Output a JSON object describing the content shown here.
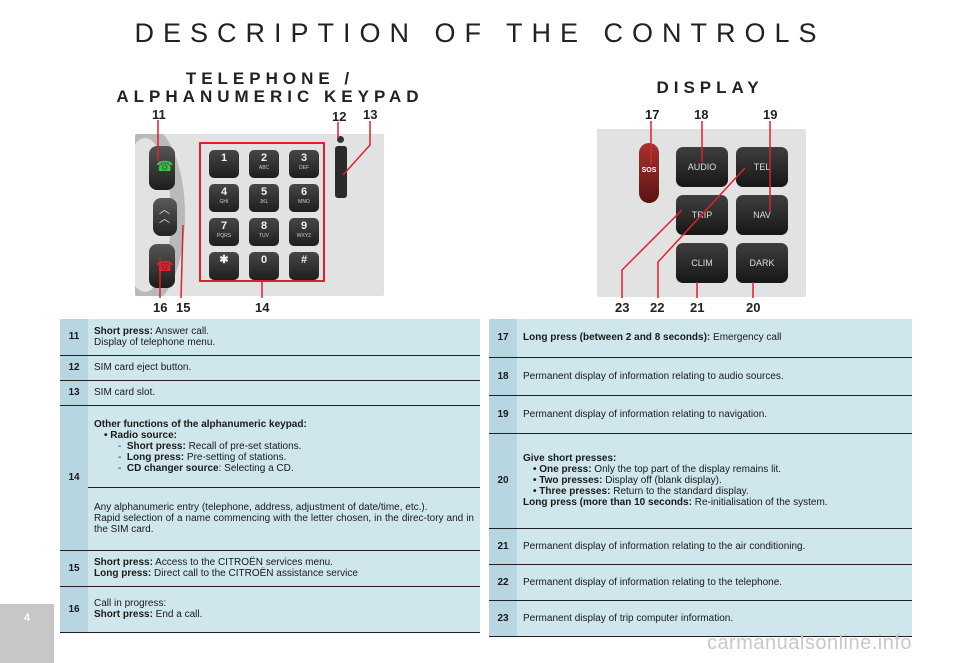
{
  "page_title": "DESCRIPTION OF THE CONTROLS",
  "telephone": {
    "title_line1": "TELEPHONE /",
    "title_line2": "ALPHANUMERIC KEYPAD",
    "callouts": [
      "11",
      "12",
      "13",
      "16",
      "15",
      "14"
    ],
    "keys": [
      {
        "digit": "1",
        "letters": ""
      },
      {
        "digit": "2",
        "letters": "ABC"
      },
      {
        "digit": "3",
        "letters": "DEF"
      },
      {
        "digit": "4",
        "letters": "GHI"
      },
      {
        "digit": "5",
        "letters": "JKL"
      },
      {
        "digit": "6",
        "letters": "MNO"
      },
      {
        "digit": "7",
        "letters": "PQRS"
      },
      {
        "digit": "8",
        "letters": "TUV"
      },
      {
        "digit": "9",
        "letters": "WXYZ"
      },
      {
        "digit": "✱",
        "letters": ""
      },
      {
        "digit": "0",
        "letters": ""
      },
      {
        "digit": "#",
        "letters": ""
      }
    ],
    "rows": [
      {
        "n": "11",
        "lines": [
          {
            "bold": "Short press:",
            "text": " Answer call."
          },
          {
            "bold": "",
            "text": "Display of telephone menu."
          }
        ]
      },
      {
        "n": "12",
        "lines": [
          {
            "bold": "",
            "text": "SIM card eject button."
          }
        ]
      },
      {
        "n": "13",
        "lines": [
          {
            "bold": "",
            "text": "SIM card slot."
          }
        ]
      },
      {
        "n": "14",
        "part1": {
          "heading": "Other functions of the alphanumeric keypad:",
          "bullet": "Radio source:",
          "subs": [
            {
              "bold": "Short press:",
              "text": " Recall of pre-set stations."
            },
            {
              "bold": "Long press:",
              "text": " Pre-setting of stations."
            },
            {
              "bold": "CD changer source",
              "text": ": Selecting a CD."
            }
          ]
        },
        "part2": {
          "line1": "Any alphanumeric entry (telephone, address, adjustment of date/time, etc.).",
          "line2": "Rapid selection of a name commencing with the letter chosen, in the direc-tory and in the SIM card."
        }
      },
      {
        "n": "15",
        "lines": [
          {
            "bold": "Short press:",
            "text": " Access to the CITROËN services menu."
          },
          {
            "bold": "Long press:",
            "text": " Direct call to the CITROËN assistance service"
          }
        ]
      },
      {
        "n": "16",
        "lines": [
          {
            "bold": "",
            "text": "Call in progress:"
          },
          {
            "bold": "Short press:",
            "text": " End a call."
          }
        ]
      }
    ]
  },
  "display": {
    "title": "DISPLAY",
    "callouts": [
      "17",
      "18",
      "19",
      "23",
      "22",
      "21",
      "20"
    ],
    "buttons": [
      "SOS",
      "AUDIO",
      "TEL",
      "TRIP",
      "NAV",
      "CLIM",
      "DARK"
    ],
    "rows": [
      {
        "n": "17",
        "bold": "Long press (between 2 and 8 seconds):",
        "text": " Emergency call"
      },
      {
        "n": "18",
        "bold": "",
        "text": "Permanent display of information relating to audio sources."
      },
      {
        "n": "19",
        "bold": "",
        "text": "Permanent display of information relating to navigation."
      },
      {
        "n": "20",
        "heading": "Give short presses:",
        "bullets": [
          {
            "bold": "One press:",
            "text": " Only the top part of the display remains lit."
          },
          {
            "bold": "Two presses:",
            "text": " Display off (blank display)."
          },
          {
            "bold": "Three presses:",
            "text": " Return to the standard display."
          }
        ],
        "last_bold": "Long press (more than 10 seconds:",
        "last_text": " Re-initialisation of the system."
      },
      {
        "n": "21",
        "bold": "",
        "text": "Permanent display of information relating to the air conditioning."
      },
      {
        "n": "22",
        "bold": "",
        "text": "Permanent display of information relating to the telephone."
      },
      {
        "n": "23",
        "bold": "",
        "text": "Permanent display of trip computer information."
      }
    ]
  },
  "page_number": "4",
  "watermark": "carmanualsonline.info",
  "colors": {
    "table_bg": "#cfe6ed",
    "num_col_bg": "#b7d6e1",
    "callout_red": "#e0202c"
  }
}
